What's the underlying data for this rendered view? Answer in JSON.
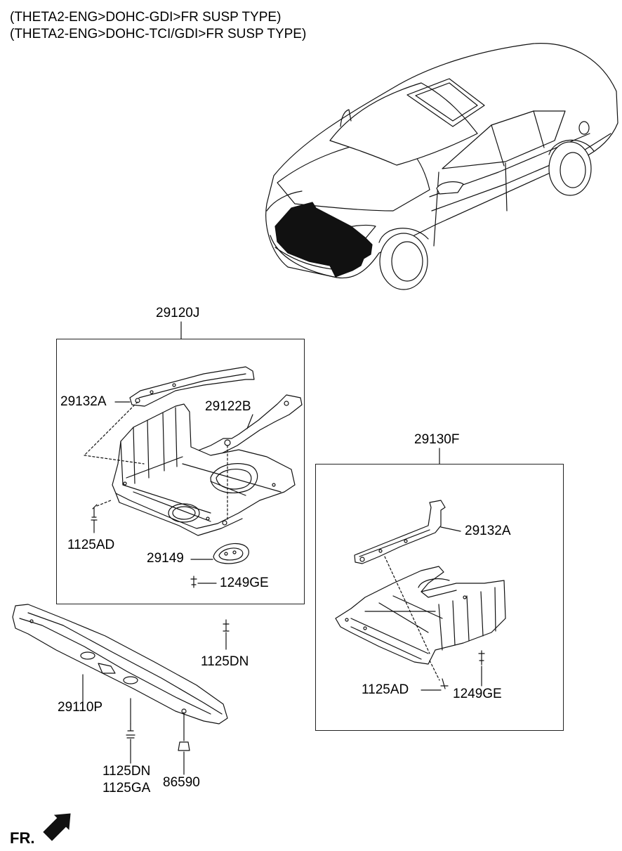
{
  "header": {
    "line1": "(THETA2-ENG>DOHC-GDI>FR SUSP TYPE)",
    "line2": "(THETA2-ENG>DOHC-TCI/GDI>FR SUSP TYPE)"
  },
  "groups": {
    "left": {
      "label": "29120J",
      "parts": {
        "p29132a": "29132A",
        "p29122b": "29122B",
        "p1125ad": "1125AD",
        "p29149": "29149",
        "p1249ge": "1249GE"
      }
    },
    "right": {
      "label": "29130F",
      "parts": {
        "p29132a": "29132A",
        "p1125ad": "1125AD",
        "p1249ge": "1249GE"
      }
    }
  },
  "loose_parts": {
    "p1125dn_a": "1125DN",
    "p29110p": "29110P",
    "p1125dn_b": "1125DN",
    "p1125ga": "1125GA",
    "p86590": "86590"
  },
  "direction": {
    "label": "FR."
  },
  "icons": {
    "vehicle": "sedan-illustration",
    "arrow": "front-direction-arrow"
  }
}
